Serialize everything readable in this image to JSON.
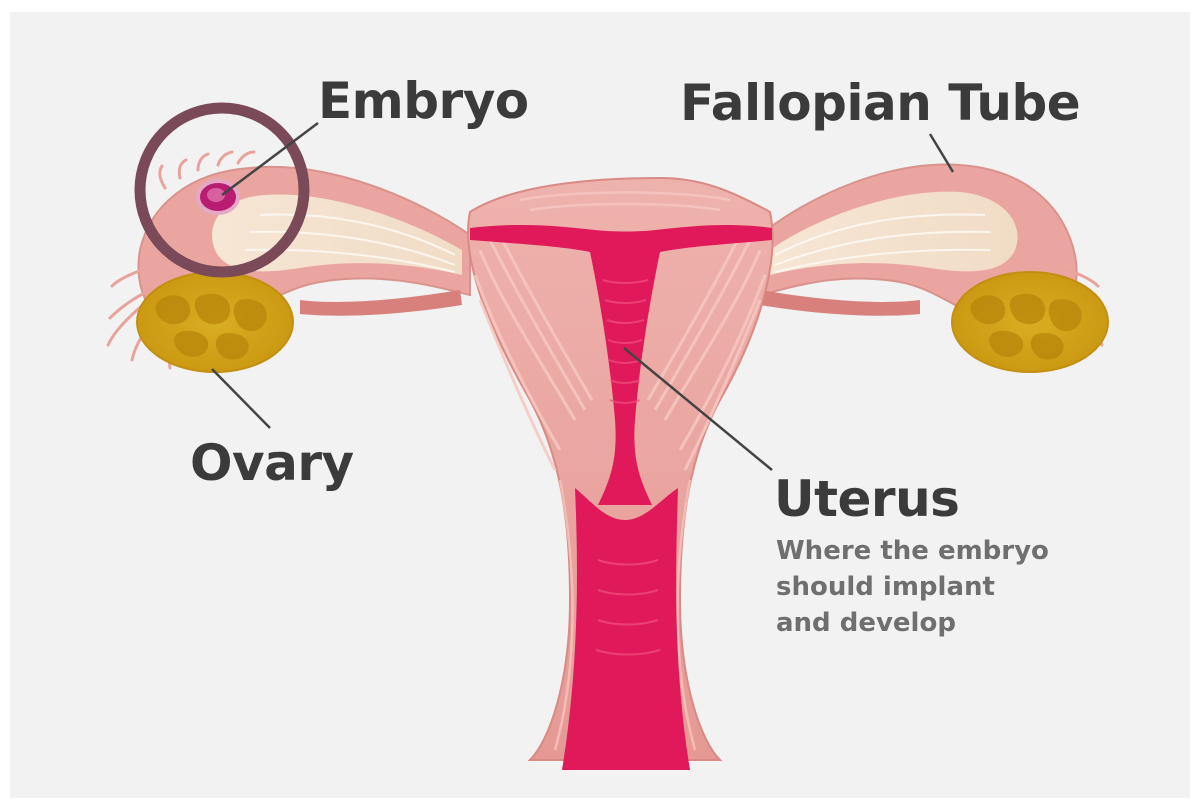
{
  "diagram": {
    "labels": {
      "embryo": "Embryo",
      "fallopian_tube": "Fallopian Tube",
      "ovary": "Ovary",
      "uterus": "Uterus"
    },
    "uterus_description": [
      "Where the embryo",
      "should implant",
      "and develop"
    ],
    "colors": {
      "background": "#f2f2f2",
      "uterus_tissue": "#eba5a0",
      "uterus_outline": "#d98a85",
      "cavity": "#e0195a",
      "tube_inner": "#f4e1cd",
      "ovary": "#d4a418",
      "ovary_dark": "#b8860b",
      "embryo": "#b81d72",
      "highlight_ring": "#7a4a58",
      "text": "#3b3b3b",
      "subtext": "#6f6f6f"
    },
    "icons": {
      "highlight": "ring-icon"
    }
  }
}
